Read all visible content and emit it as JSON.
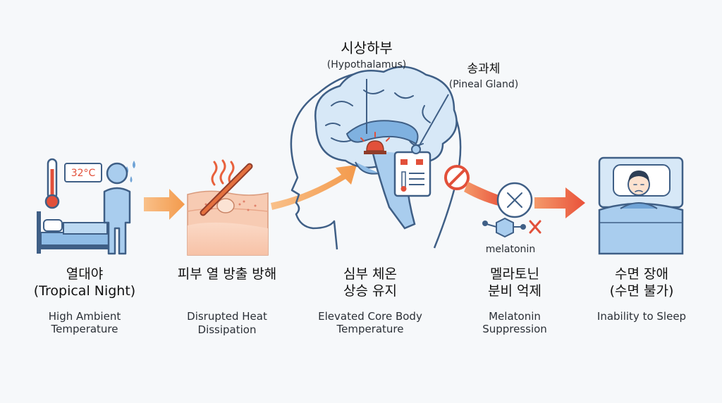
{
  "steps": [
    {
      "ko": "열대야",
      "ko2": "(Tropical Night)",
      "en1": "High Ambient",
      "en2": "Temperature"
    },
    {
      "ko": "피부 열 방출 방해",
      "en1": "Disrupted Heat",
      "en2": "Dissipation"
    },
    {
      "ko": "심부 체온",
      "ko2": "상승 유지",
      "en1": "Elevated Core Body",
      "en2": "Temperature"
    },
    {
      "ko": "멜라토닌",
      "ko2": "분비 억제",
      "en1": "Melatonin",
      "en2": "Suppression"
    },
    {
      "ko": "수면 장애",
      "ko2": "(수면 불가)",
      "en1": "Inability to Sleep"
    }
  ],
  "annotations": {
    "hypothalamus_ko": "시상하부",
    "hypothalamus_en": "(Hypothalamus)",
    "pineal_ko": "송과체",
    "pineal_en": "(Pineal Gland)",
    "melatonin": "melatonin"
  },
  "thermometer_reading": "32°C",
  "icons": [
    "thermometer-icon",
    "bed-icon",
    "person-icon",
    "skin-icon",
    "heat-waves-icon",
    "head-profile-icon",
    "brain-icon",
    "alarm-icon",
    "pineal-device-icon",
    "prohibited-icon",
    "molecule-icon",
    "sleeper-icon"
  ],
  "colors": {
    "arrow_orange": "#f5a55a",
    "arrow_red": "#ea5a3c",
    "line_blue": "#3f5f86",
    "fill_blue": "#a9cdee",
    "skin": "#f7cbb3",
    "alert_red": "#e2503a"
  }
}
